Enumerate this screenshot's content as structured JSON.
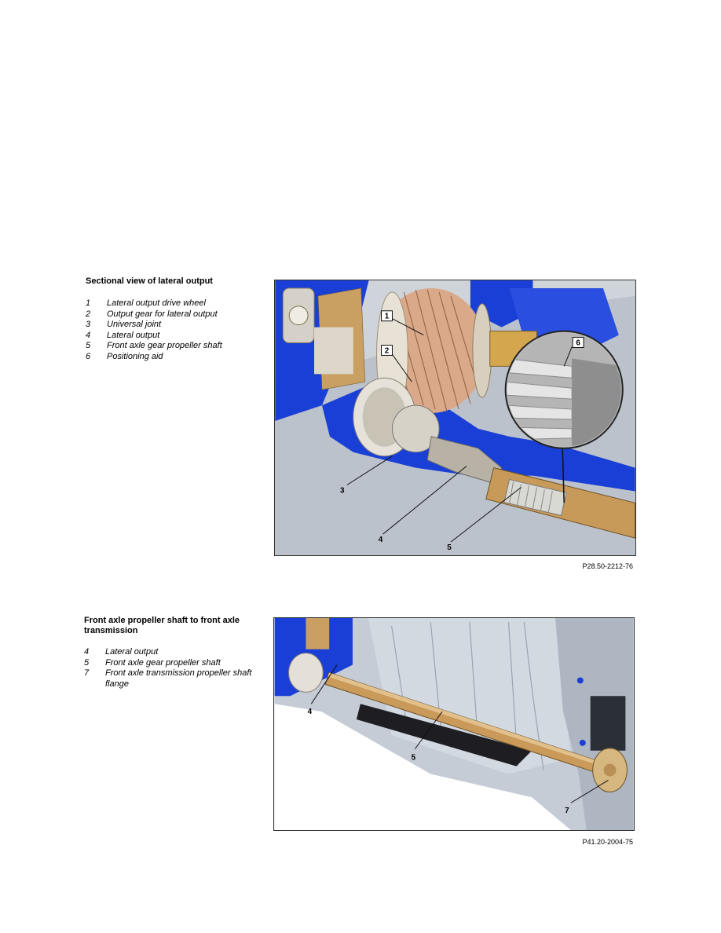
{
  "section1": {
    "title": "Sectional view of lateral output",
    "legend": [
      {
        "num": "1",
        "text": "Lateral output drive wheel"
      },
      {
        "num": "2",
        "text": "Output gear for lateral output"
      },
      {
        "num": "3",
        "text": "Universal joint"
      },
      {
        "num": "4",
        "text": "Lateral output"
      },
      {
        "num": "5",
        "text": "Front axle gear propeller shaft"
      },
      {
        "num": "6",
        "text": "Positioning aid"
      }
    ],
    "figure_labels": [
      "1",
      "2",
      "3",
      "4",
      "5",
      "6"
    ],
    "figure_code": "P28.50-2212-76"
  },
  "section2": {
    "title": "Front axle propeller shaft to front axle transmission",
    "legend": [
      {
        "num": "4",
        "text": "Lateral output"
      },
      {
        "num": "5",
        "text": "Front axle gear propeller shaft"
      },
      {
        "num": "7",
        "text": "Front axle transmission propeller shaft flange"
      }
    ],
    "figure_labels": [
      "4",
      "5",
      "7"
    ],
    "figure_code": "P41.20-2004-75"
  },
  "colors": {
    "cutaway_blue": "#1a3fd6",
    "gear_gold": "#c9a061",
    "housing_grey": "#b8bec8"
  }
}
